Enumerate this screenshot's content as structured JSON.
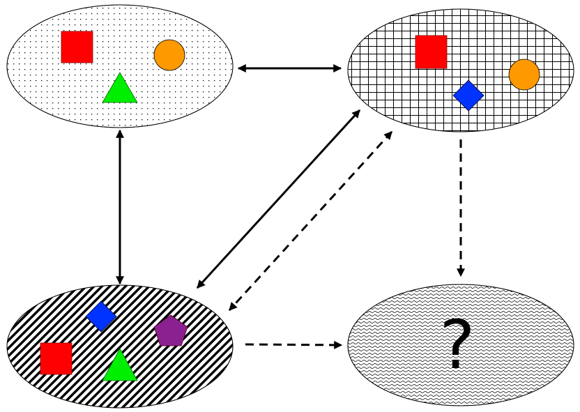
{
  "diagram": {
    "nodes": [
      {
        "id": "top-left",
        "fill_pattern": "dots",
        "shapes": [
          "red-square",
          "orange-circle",
          "green-triangle"
        ]
      },
      {
        "id": "top-right",
        "fill_pattern": "grid",
        "shapes": [
          "red-square",
          "blue-diamond",
          "orange-circle"
        ]
      },
      {
        "id": "bottom-left",
        "fill_pattern": "diagonal-hatch",
        "shapes": [
          "blue-diamond",
          "purple-pentagon",
          "red-square",
          "green-triangle"
        ]
      },
      {
        "id": "bottom-right",
        "fill_pattern": "wavy",
        "label": "?"
      }
    ],
    "edges": [
      {
        "from": "top-left",
        "to": "top-right",
        "style": "solid",
        "direction": "both"
      },
      {
        "from": "top-left",
        "to": "bottom-left",
        "style": "solid",
        "direction": "both"
      },
      {
        "from": "bottom-left",
        "to": "top-right",
        "style": "solid",
        "direction": "both"
      },
      {
        "from": "top-right",
        "to": "bottom-left",
        "style": "dashed",
        "direction": "both"
      },
      {
        "from": "top-right",
        "to": "bottom-right",
        "style": "dashed",
        "direction": "forward"
      },
      {
        "from": "bottom-left",
        "to": "bottom-right",
        "style": "dashed",
        "direction": "forward"
      }
    ],
    "colors": {
      "red": "#ff0000",
      "orange": "#ff9900",
      "green": "#00ee00",
      "blue": "#0033ff",
      "purple": "#8b2090"
    }
  }
}
